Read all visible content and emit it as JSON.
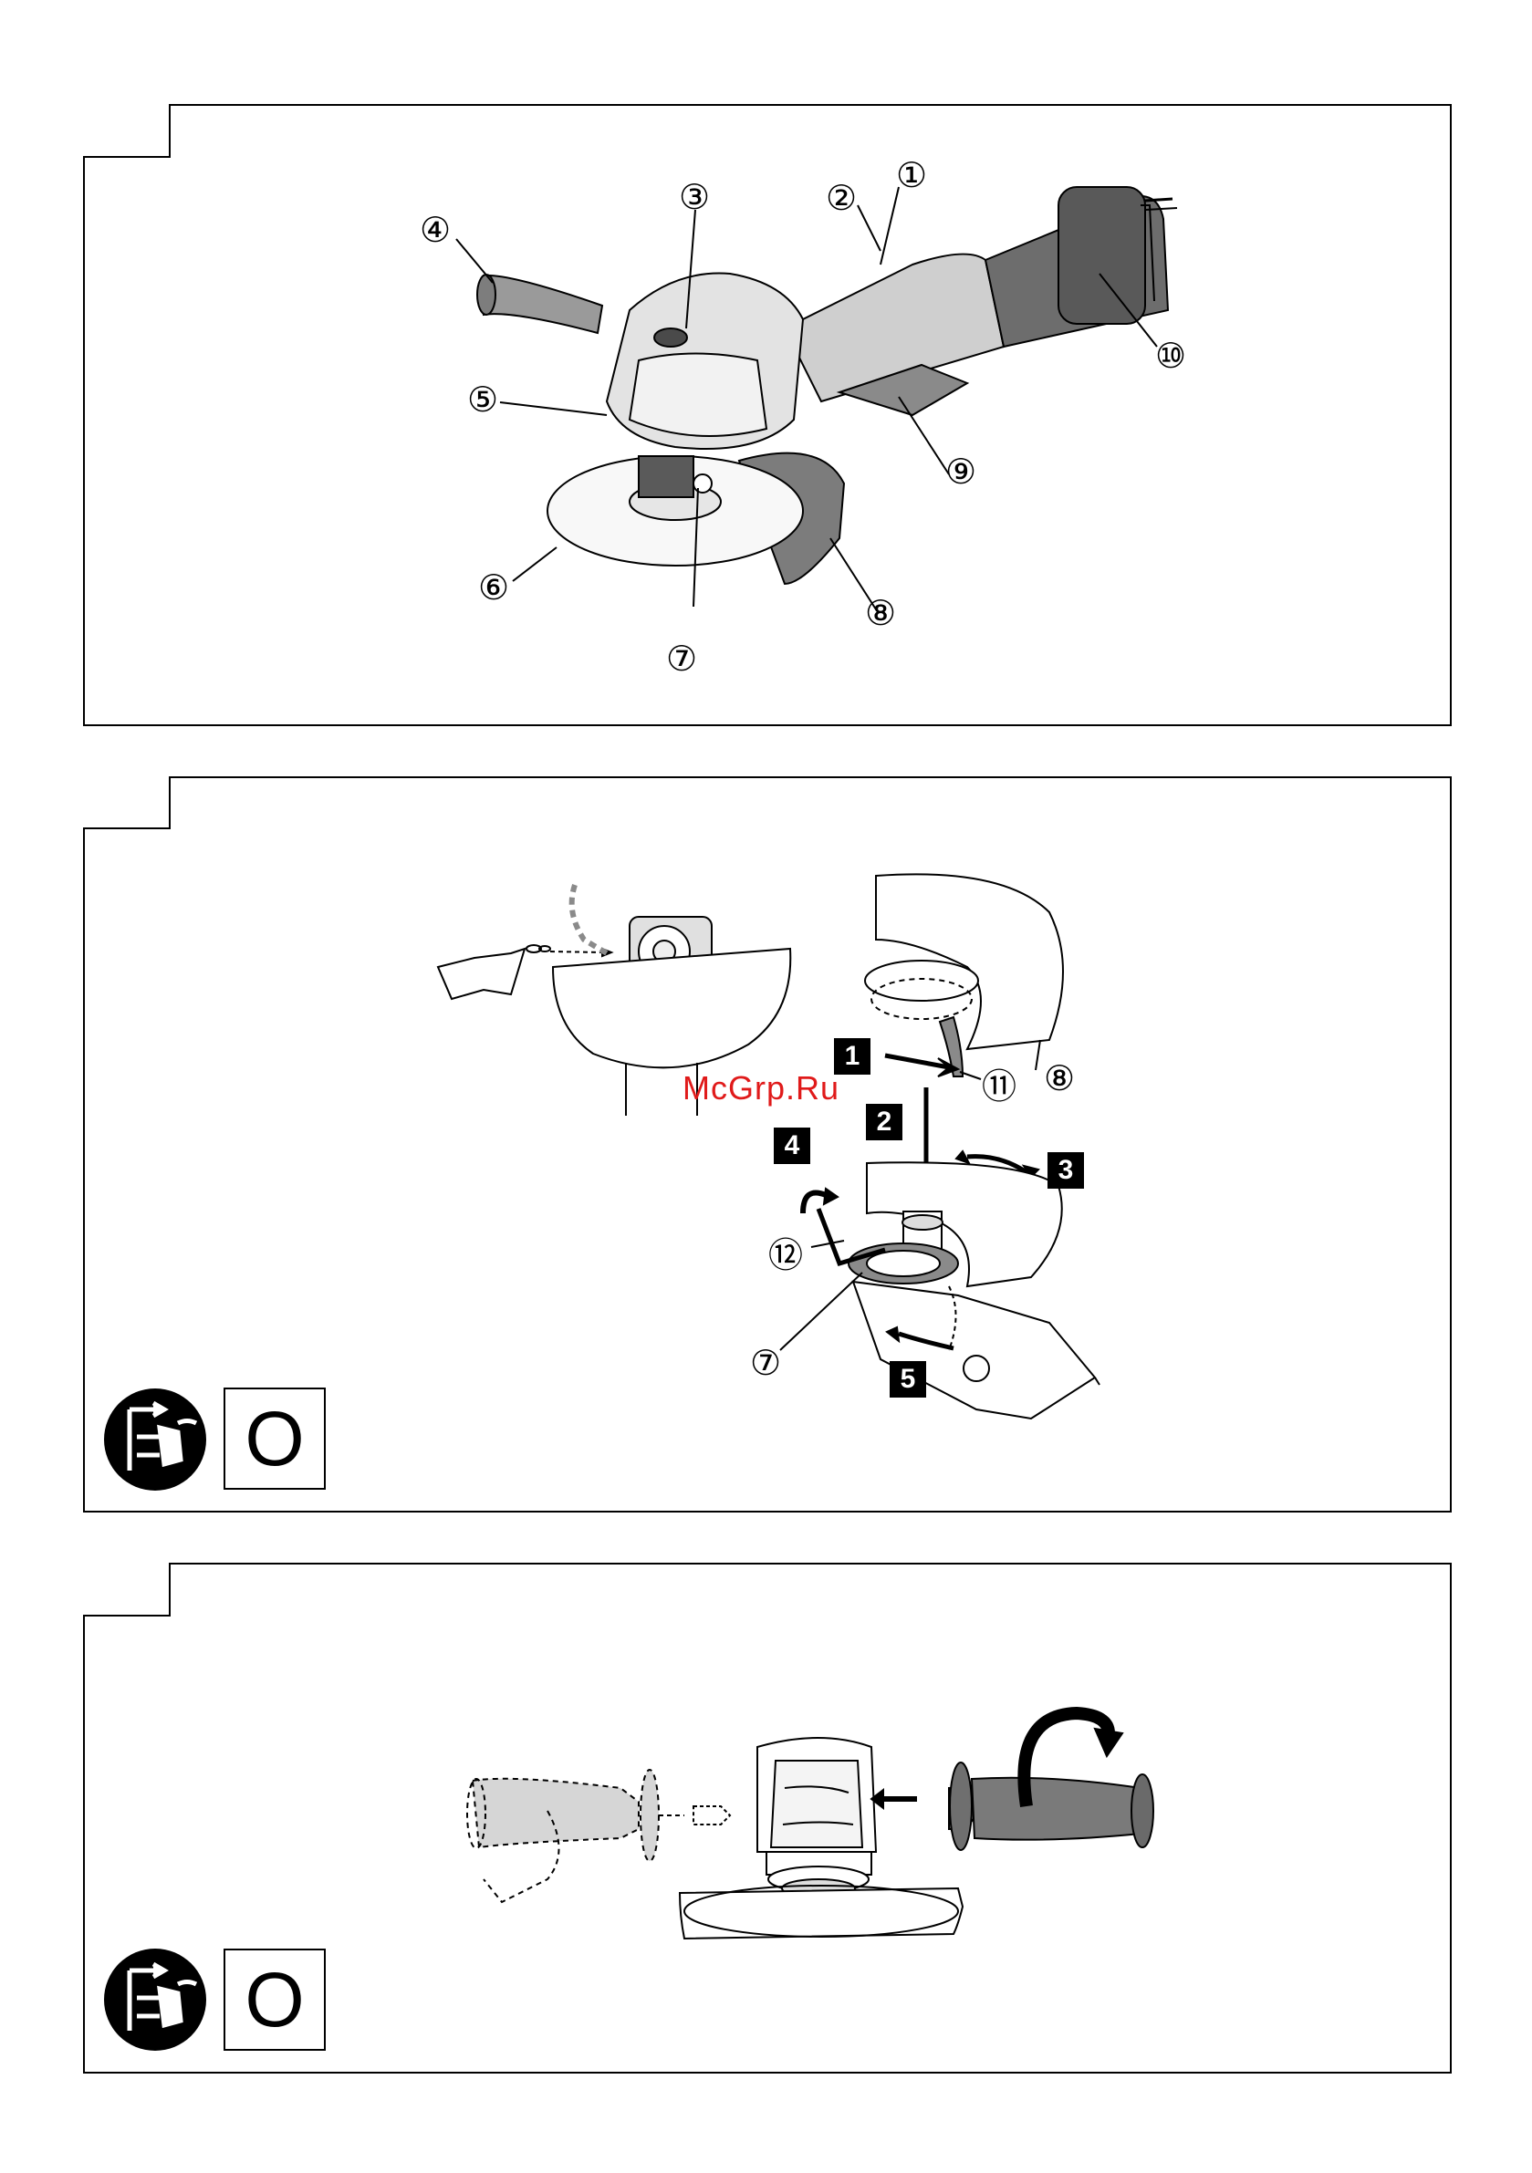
{
  "watermark": "McGrp.Ru",
  "panel1": {
    "callouts": [
      "①",
      "②",
      "③",
      "④",
      "⑤",
      "⑥",
      "⑦",
      "⑧",
      "⑨",
      "⑩"
    ]
  },
  "panel2": {
    "callouts": [
      "⑪",
      "⑧",
      "⑫",
      "⑦"
    ],
    "steps": [
      "1",
      "2",
      "3",
      "4",
      "5"
    ],
    "label_O": "O"
  },
  "panel3": {
    "label_O": "O"
  },
  "icons": {
    "unplug": "unplug-before-service-icon"
  }
}
